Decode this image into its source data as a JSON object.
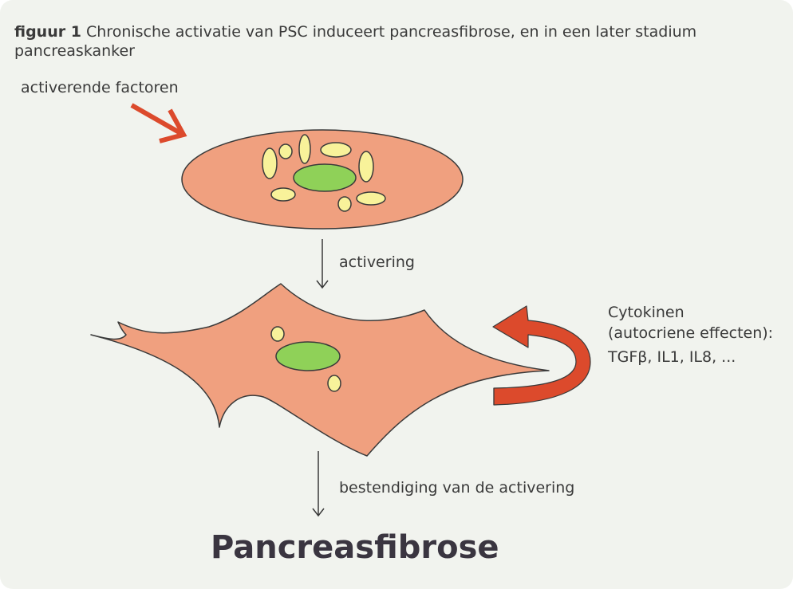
{
  "caption": {
    "prefix": "figuur 1",
    "text": "Chronische activatie van PSC induceert pancreasfibrose, en in een later stadium pancreaskanker"
  },
  "labels": {
    "activating_factors": "activerende factoren",
    "activation": "activering",
    "cytokines_line1": "Cytokinen",
    "cytokines_line2": "(autocriene effecten):",
    "cytokines_line3": "TGFβ, IL1, IL8, ...",
    "persistence": "bestendiging van de activering",
    "outcome": "Pancreasfibrose"
  },
  "colors": {
    "background": "#f1f3ee",
    "cell_fill": "#f0a07f",
    "nucleus_fill": "#8fd158",
    "vesicle_fill": "#f8f29a",
    "arrow_red": "#dc4a2c",
    "outline": "#3a3a3a"
  }
}
